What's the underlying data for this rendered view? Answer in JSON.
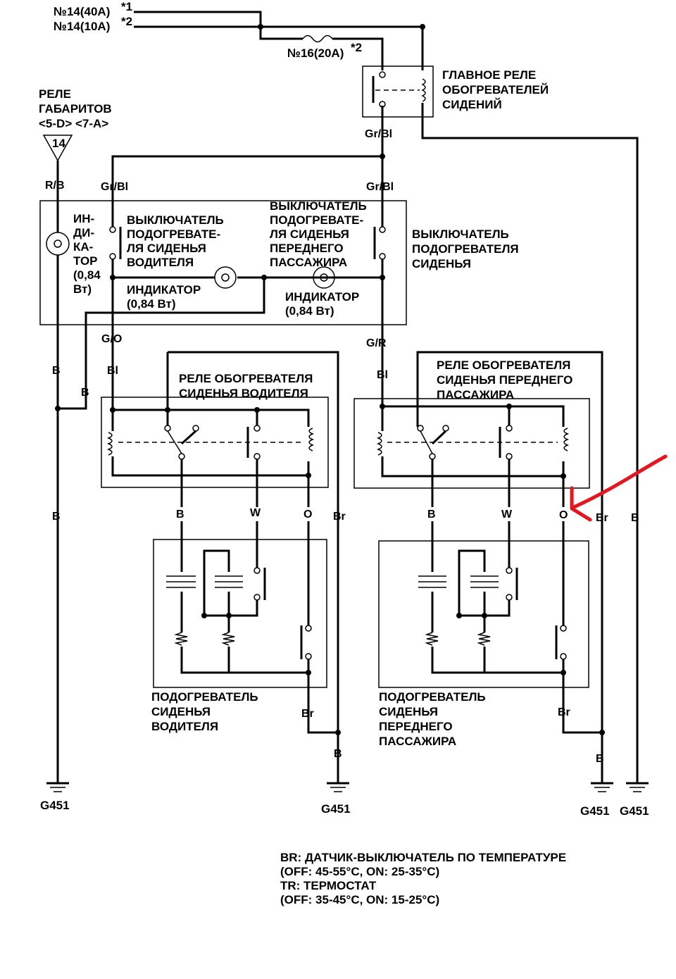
{
  "fuses": {
    "fuse14_40": "№14(40A)",
    "fuse14_10": "№14(10A)",
    "note1": "*1",
    "note2": "*2",
    "fuse16": "№16(20A)",
    "fuse16_note": "*2"
  },
  "main_relay": [
    "ГЛАВНОЕ РЕЛЕ",
    "ОБОГРЕВАТЕЛЕЙ",
    "СИДЕНИЙ"
  ],
  "parking_relay": [
    "РЕЛЕ",
    "ГАБАРИТОВ",
    "<5-D> <7-A>"
  ],
  "parking_relay_num": "14",
  "switch_unit": {
    "left_indicator": [
      "ИН-",
      "ДИ-",
      "КА-",
      "ТОР",
      "(0,84",
      "Вт)"
    ],
    "driver_switch": [
      "ВЫКЛЮЧАТЕЛЬ",
      "ПОДОГРЕВАТЕ-",
      "ЛЯ СИДЕНЬЯ",
      "ВОДИТЕЛЯ"
    ],
    "passenger_switch": [
      "ВЫКЛЮЧАТЕЛЬ",
      "ПОДОГРЕВАТЕ-",
      "ЛЯ СИДЕНЬЯ",
      "ПЕРЕДНЕГО",
      "ПАССАЖИРА"
    ],
    "indicator_driver": [
      "ИНДИКАТОР",
      "(0,84 Вт)"
    ],
    "indicator_passenger": [
      "ИНДИКАТОР",
      "(0,84 Вт)"
    ],
    "unit_label": [
      "ВЫКЛЮЧАТЕЛЬ",
      "ПОДОГРЕВАТЕЛЯ",
      "СИДЕНЬЯ"
    ]
  },
  "driver_relay": [
    "РЕЛЕ ОБОГРЕВАТЕЛЯ",
    "СИДЕНЬЯ ВОДИТЕЛЯ"
  ],
  "passenger_relay": [
    "РЕЛЕ ОБОГРЕВАТЕЛЯ",
    "СИДЕНЬЯ ПЕРЕДНЕГО",
    "ПАССАЖИРА"
  ],
  "driver_heater": [
    "ПОДОГРЕВАТЕЛЬ",
    "СИДЕНЬЯ",
    "ВОДИТЕЛЯ"
  ],
  "passenger_heater": [
    "ПОДОГРЕВАТЕЛЬ",
    "СИДЕНЬЯ",
    "ПЕРЕДНЕГО",
    "ПАССАЖИРА"
  ],
  "wires": {
    "gr_bl": "Gr/Bl",
    "r_b": "R/B",
    "g_o": "G/O",
    "g_r": "G/R",
    "b": "B",
    "bl": "Bl",
    "w": "W",
    "o": "O",
    "br": "Br"
  },
  "grounds": "G451",
  "legend": [
    "BR: ДАТЧИК-ВЫКЛЮЧАТЕЛЬ ПО ТЕМПЕРАТУРЕ",
    "(OFF: 45-55°C, ON: 25-35°C)",
    "TR: ТЕРМОСТАТ",
    "(OFF: 35-45°C, ON: 15-25°C)"
  ],
  "colors": {
    "annotation_arrow": "#e8141e",
    "ink": "#000000"
  }
}
